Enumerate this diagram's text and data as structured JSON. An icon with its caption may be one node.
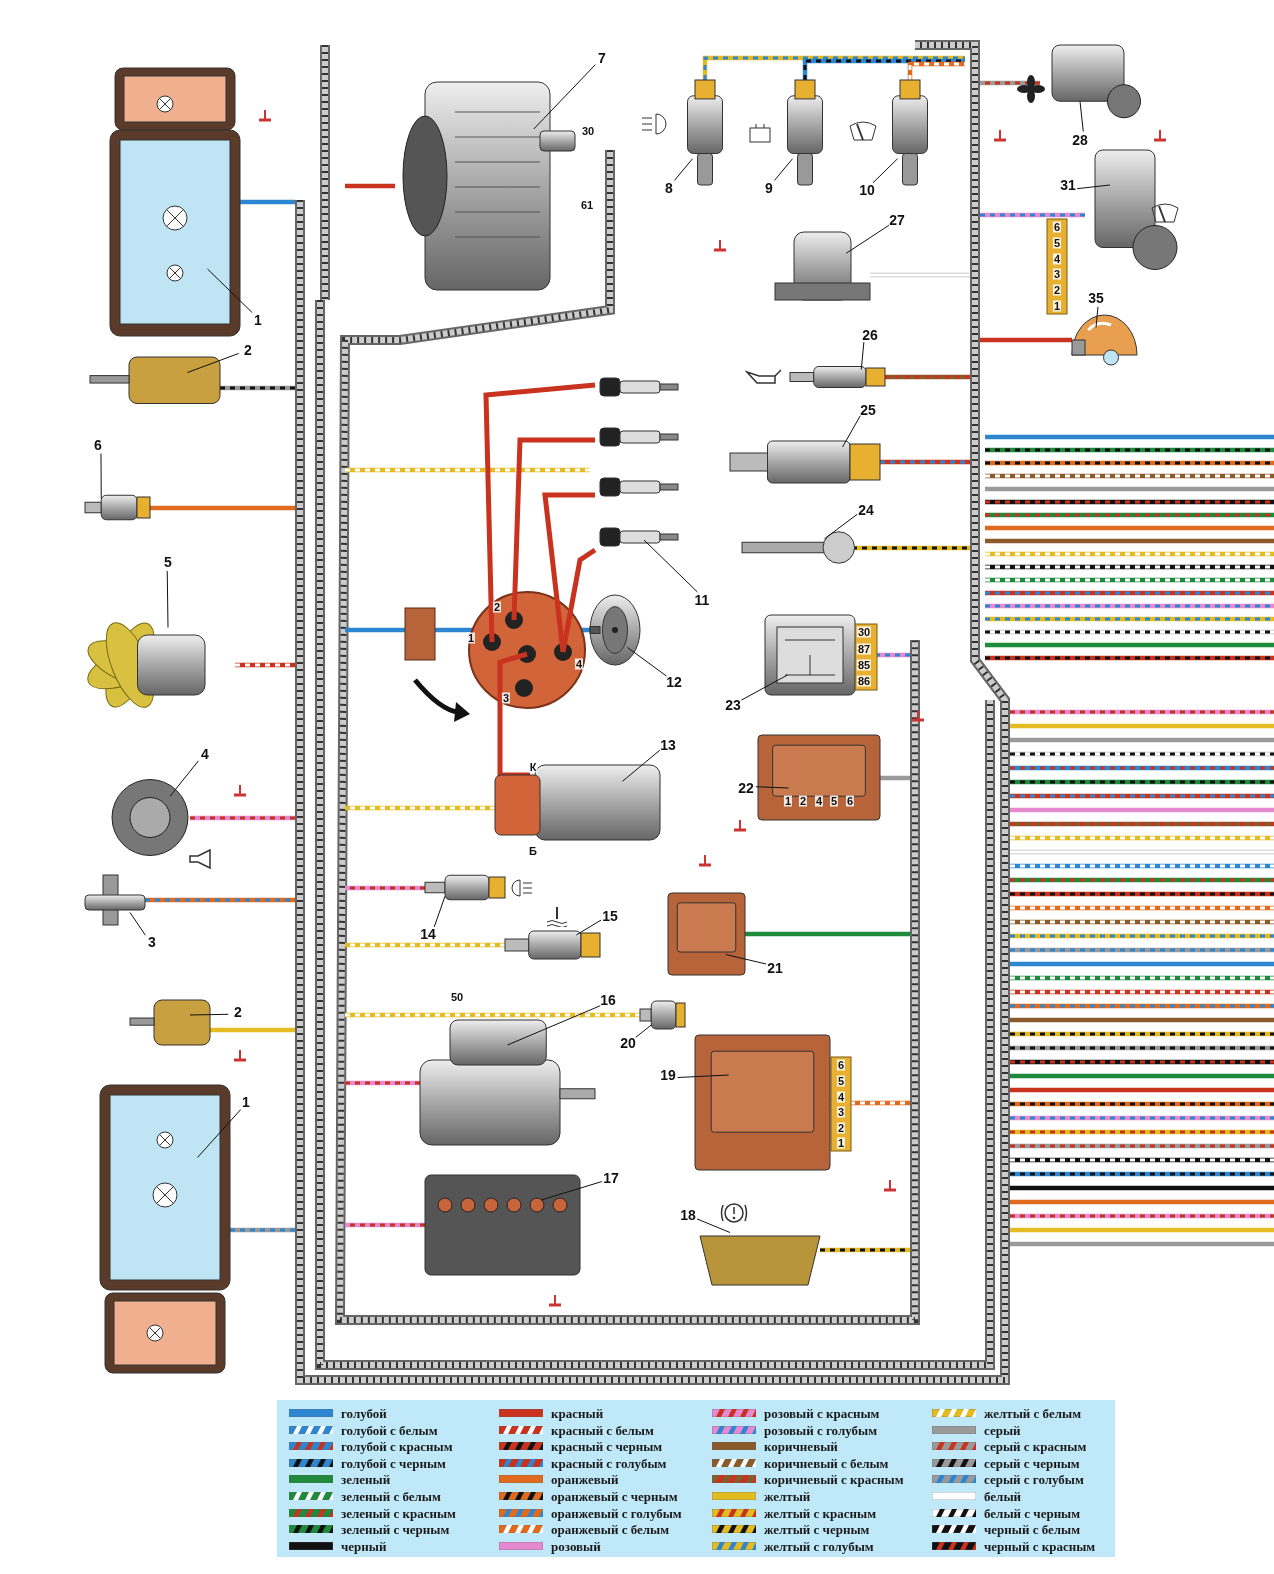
{
  "diagram": {
    "nodes": [
      {
        "text": [
          "1"
        ]
      },
      {
        "text": [],
        "shape": "picture"
      },
      {
        "text": [
          "7"
        ]
      },
      {
        "text": [],
        "shape": "picture"
      },
      {
        "text": [
          "8"
        ]
      },
      {
        "text": [],
        "shape": "picture"
      },
      {
        "text": [
          "9"
        ]
      },
      {
        "text": [],
        "shape": "picture"
      },
      {
        "text": [
          "10"
        ]
      },
      {
        "text": [],
        "shape": "picture"
      },
      {
        "text": [
          "28"
        ]
      },
      {
        "text": [],
        "shape": "picture"
      },
      {
        "text": [
          "2"
        ]
      },
      {
        "text": [],
        "shape": "picture"
      },
      {
        "text": [
          "31"
        ]
      },
      {
        "text": [],
        "shape": "picture"
      },
      {
        "text": [
          "27"
        ]
      },
      {
        "text": [],
        "shape": "picture"
      },
      {
        "text": [
          "35"
        ]
      },
      {
        "text": [],
        "shape": "picture"
      },
      {
        "text": [
          "26"
        ]
      },
      {
        "text": [],
        "shape": "picture"
      },
      {
        "text": [
          "6"
        ]
      },
      {
        "text": [],
        "shape": "picture"
      },
      {
        "text": [
          "25"
        ]
      },
      {
        "text": [],
        "shape": "picture"
      },
      {
        "text": [
          "24"
        ]
      },
      {
        "text": [],
        "shape": "picture"
      },
      {
        "text": [
          "5"
        ]
      },
      {
        "text": [],
        "shape": "picture"
      },
      {
        "text": [
          "11"
        ]
      },
      {
        "text": [],
        "shape": "picture"
      },
      {
        "text": [
          "12"
        ]
      },
      {
        "text": [],
        "shape": "picture"
      },
      {
        "text": [
          "23"
        ]
      },
      {
        "text": [],
        "shape": "picture"
      },
      {
        "text": [
          "4"
        ]
      },
      {
        "text": [],
        "shape": "picture"
      },
      {
        "text": [
          "13"
        ]
      },
      {
        "text": [],
        "shape": "picture"
      },
      {
        "text": [
          "22"
        ]
      },
      {
        "text": [],
        "shape": "picture"
      },
      {
        "text": [
          "3"
        ]
      },
      {
        "text": [],
        "shape": "picture"
      },
      {
        "text": [
          "14"
        ]
      },
      {
        "text": [],
        "shape": "picture"
      },
      {
        "text": [
          "15"
        ]
      },
      {
        "text": [],
        "shape": "picture"
      },
      {
        "text": [
          "21"
        ]
      },
      {
        "text": [],
        "shape": "picture"
      },
      {
        "text": [
          "2"
        ]
      },
      {
        "text": [],
        "shape": "picture"
      },
      {
        "text": [
          "16"
        ]
      },
      {
        "text": [],
        "shape": "picture"
      },
      {
        "text": [
          "20"
        ]
      },
      {
        "text": [],
        "shape": "picture"
      },
      {
        "text": [
          "19"
        ]
      },
      {
        "text": [],
        "shape": "picture"
      },
      {
        "text": [
          "1"
        ]
      },
      {
        "text": [],
        "shape": "picture"
      },
      {
        "text": [
          "17"
        ]
      },
      {
        "text": [],
        "shape": "picture"
      },
      {
        "text": [
          "18"
        ]
      },
      {
        "text": [],
        "shape": "picture"
      }
    ],
    "edges": [
      {
        "from": 0,
        "to": 1,
        "arrow": "none"
      },
      {
        "from": 2,
        "to": 3,
        "arrow": "none"
      },
      {
        "from": 4,
        "to": 5,
        "arrow": "none"
      },
      {
        "from": 6,
        "to": 7,
        "arrow": "none"
      },
      {
        "from": 8,
        "to": 9,
        "arrow": "none"
      },
      {
        "from": 10,
        "to": 11,
        "arrow": "none"
      },
      {
        "from": 12,
        "to": 13,
        "arrow": "none"
      },
      {
        "from": 14,
        "to": 15,
        "arrow": "none"
      },
      {
        "from": 16,
        "to": 17,
        "arrow": "none"
      },
      {
        "from": 18,
        "to": 19,
        "arrow": "none"
      },
      {
        "from": 20,
        "to": 21,
        "arrow": "none"
      },
      {
        "from": 22,
        "to": 23,
        "arrow": "none"
      },
      {
        "from": 24,
        "to": 25,
        "arrow": "none"
      },
      {
        "from": 26,
        "to": 27,
        "arrow": "none"
      },
      {
        "from": 28,
        "to": 29,
        "arrow": "none"
      },
      {
        "from": 30,
        "to": 31,
        "arrow": "none"
      },
      {
        "from": 32,
        "to": 33,
        "arrow": "none"
      },
      {
        "from": 34,
        "to": 35,
        "arrow": "none"
      },
      {
        "from": 36,
        "to": 37,
        "arrow": "none"
      },
      {
        "from": 38,
        "to": 39,
        "arrow": "none"
      },
      {
        "from": 40,
        "to": 41,
        "arrow": "none"
      },
      {
        "from": 42,
        "to": 43,
        "arrow": "none"
      },
      {
        "from": 44,
        "to": 45,
        "arrow": "none"
      },
      {
        "from": 46,
        "to": 47,
        "arrow": "none"
      },
      {
        "from": 48,
        "to": 49,
        "arrow": "none"
      },
      {
        "from": 50,
        "to": 51,
        "arrow": "none"
      },
      {
        "from": 52,
        "to": 53,
        "arrow": "none"
      },
      {
        "from": 54,
        "to": 55,
        "arrow": "none"
      },
      {
        "from": 56,
        "to": 57,
        "arrow": "none"
      },
      {
        "from": 58,
        "to": 59,
        "arrow": "none"
      },
      {
        "from": 60,
        "to": 61,
        "arrow": "none"
      },
      {
        "from": 62,
        "to": 63,
        "arrow": "none"
      }
    ],
    "labels": [
      "30",
      "61",
      "6",
      "5",
      "4",
      "3",
      "2",
      "1",
      "2",
      "1",
      "30",
      "87",
      "4",
      "85",
      "86",
      "3",
      "К",
      "1",
      "2",
      "4",
      "5",
      "6",
      "Б",
      "50",
      "6",
      "5",
      "4",
      "3",
      "2",
      "1"
    ],
    "legend": [
      {
        "text": "голубой"
      },
      {
        "text": "голубой с белым"
      },
      {
        "text": "голубой с красным"
      },
      {
        "text": "голубой с черным"
      },
      {
        "text": "зеленый"
      },
      {
        "text": "зеленый с белым"
      },
      {
        "text": "зеленый с красным"
      },
      {
        "text": "зеленый с черным"
      },
      {
        "text": "черный"
      },
      {
        "text": "красный"
      },
      {
        "text": "красный с белым"
      },
      {
        "text": "красный с черным"
      },
      {
        "text": "красный с голубым"
      },
      {
        "text": "оранжевый"
      },
      {
        "text": "оранжевый с черным"
      },
      {
        "text": "оранжевый с голубым"
      },
      {
        "text": "оранжевый с белым"
      },
      {
        "text": "розовый"
      },
      {
        "text": "розовый с красным"
      },
      {
        "text": "розовый с голубым"
      },
      {
        "text": "коричневый"
      },
      {
        "text": "коричневый с белым"
      },
      {
        "text": "коричневый с красным"
      },
      {
        "text": "желтый"
      },
      {
        "text": "желтый с красным"
      },
      {
        "text": "желтый с черным"
      },
      {
        "text": "желтый с голубым"
      },
      {
        "text": "желтый с белым"
      },
      {
        "text": "серый"
      },
      {
        "text": "серый с красным"
      },
      {
        "text": "серый с черным"
      },
      {
        "text": "серый с голубым"
      },
      {
        "text": "белый"
      },
      {
        "text": "белый с черным"
      },
      {
        "text": "черный с белым"
      },
      {
        "text": "черный с красным"
      }
    ]
  }
}
